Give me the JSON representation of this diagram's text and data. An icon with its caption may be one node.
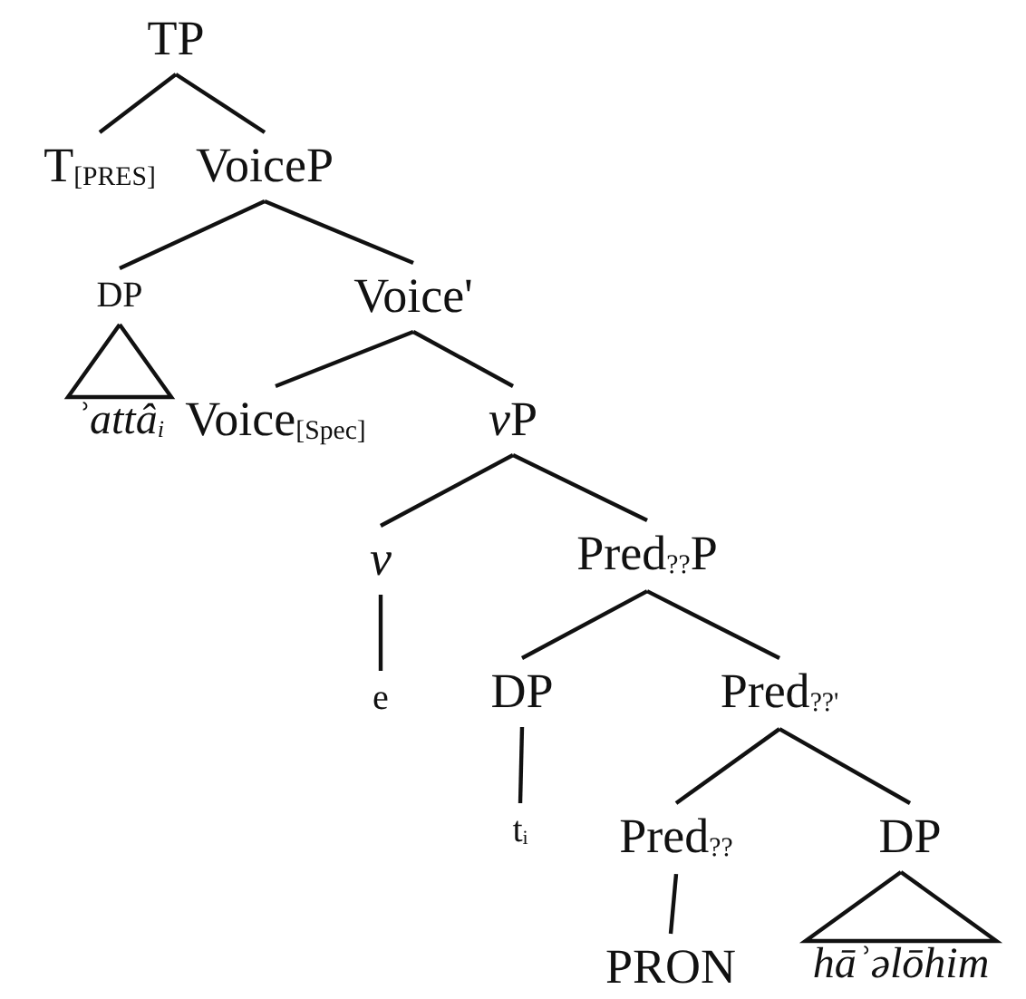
{
  "diagram": {
    "nodes": [
      {
        "text": [
          "TP"
        ]
      },
      {
        "text": [
          "T$_{[PRES]}$"
        ]
      },
      {
        "text": [
          "VoiceP"
        ]
      },
      {
        "text": [
          "DP"
        ]
      },
      {
        "text": [
          "ʾattâ$_{i}$"
        ]
      },
      {
        "text": [
          "Voice'"
        ]
      },
      {
        "text": [
          "Voice$_{[Spec]}$"
        ]
      },
      {
        "text": [
          "vP"
        ]
      },
      {
        "text": [
          "v"
        ]
      },
      {
        "text": [
          "Pred$_{??}$P"
        ]
      },
      {
        "text": [
          "e"
        ]
      },
      {
        "text": [
          "DP"
        ]
      },
      {
        "text": [
          "Pred$_{??'}$"
        ]
      },
      {
        "text": [
          "t$_{i}$"
        ]
      },
      {
        "text": [
          "Pred$_{??}$"
        ]
      },
      {
        "text": [
          "DP"
        ]
      },
      {
        "text": [
          "PRON"
        ]
      },
      {
        "text": [
          "hāʾəlōhim"
        ]
      }
    ],
    "edges": [
      {
        "from": 0,
        "to": 1,
        "arrow": "none"
      },
      {
        "from": 0,
        "to": 2,
        "arrow": "none"
      },
      {
        "from": 2,
        "to": 3,
        "arrow": "none"
      },
      {
        "from": 2,
        "to": 5,
        "arrow": "none"
      },
      {
        "from": 3,
        "to": 4,
        "arrow": "none"
      },
      {
        "from": 5,
        "to": 6,
        "arrow": "none"
      },
      {
        "from": 5,
        "to": 7,
        "arrow": "none"
      },
      {
        "from": 7,
        "to": 8,
        "arrow": "none"
      },
      {
        "from": 7,
        "to": 9,
        "arrow": "none"
      },
      {
        "from": 8,
        "to": 10,
        "arrow": "none"
      },
      {
        "from": 9,
        "to": 11,
        "arrow": "none"
      },
      {
        "from": 9,
        "to": 12,
        "arrow": "none"
      },
      {
        "from": 11,
        "to": 13,
        "arrow": "none"
      },
      {
        "from": 12,
        "to": 14,
        "arrow": "none"
      },
      {
        "from": 12,
        "to": 15,
        "arrow": "none"
      },
      {
        "from": 14,
        "to": 16,
        "arrow": "none"
      },
      {
        "from": 15,
        "to": 17,
        "arrow": "none"
      }
    ]
  }
}
